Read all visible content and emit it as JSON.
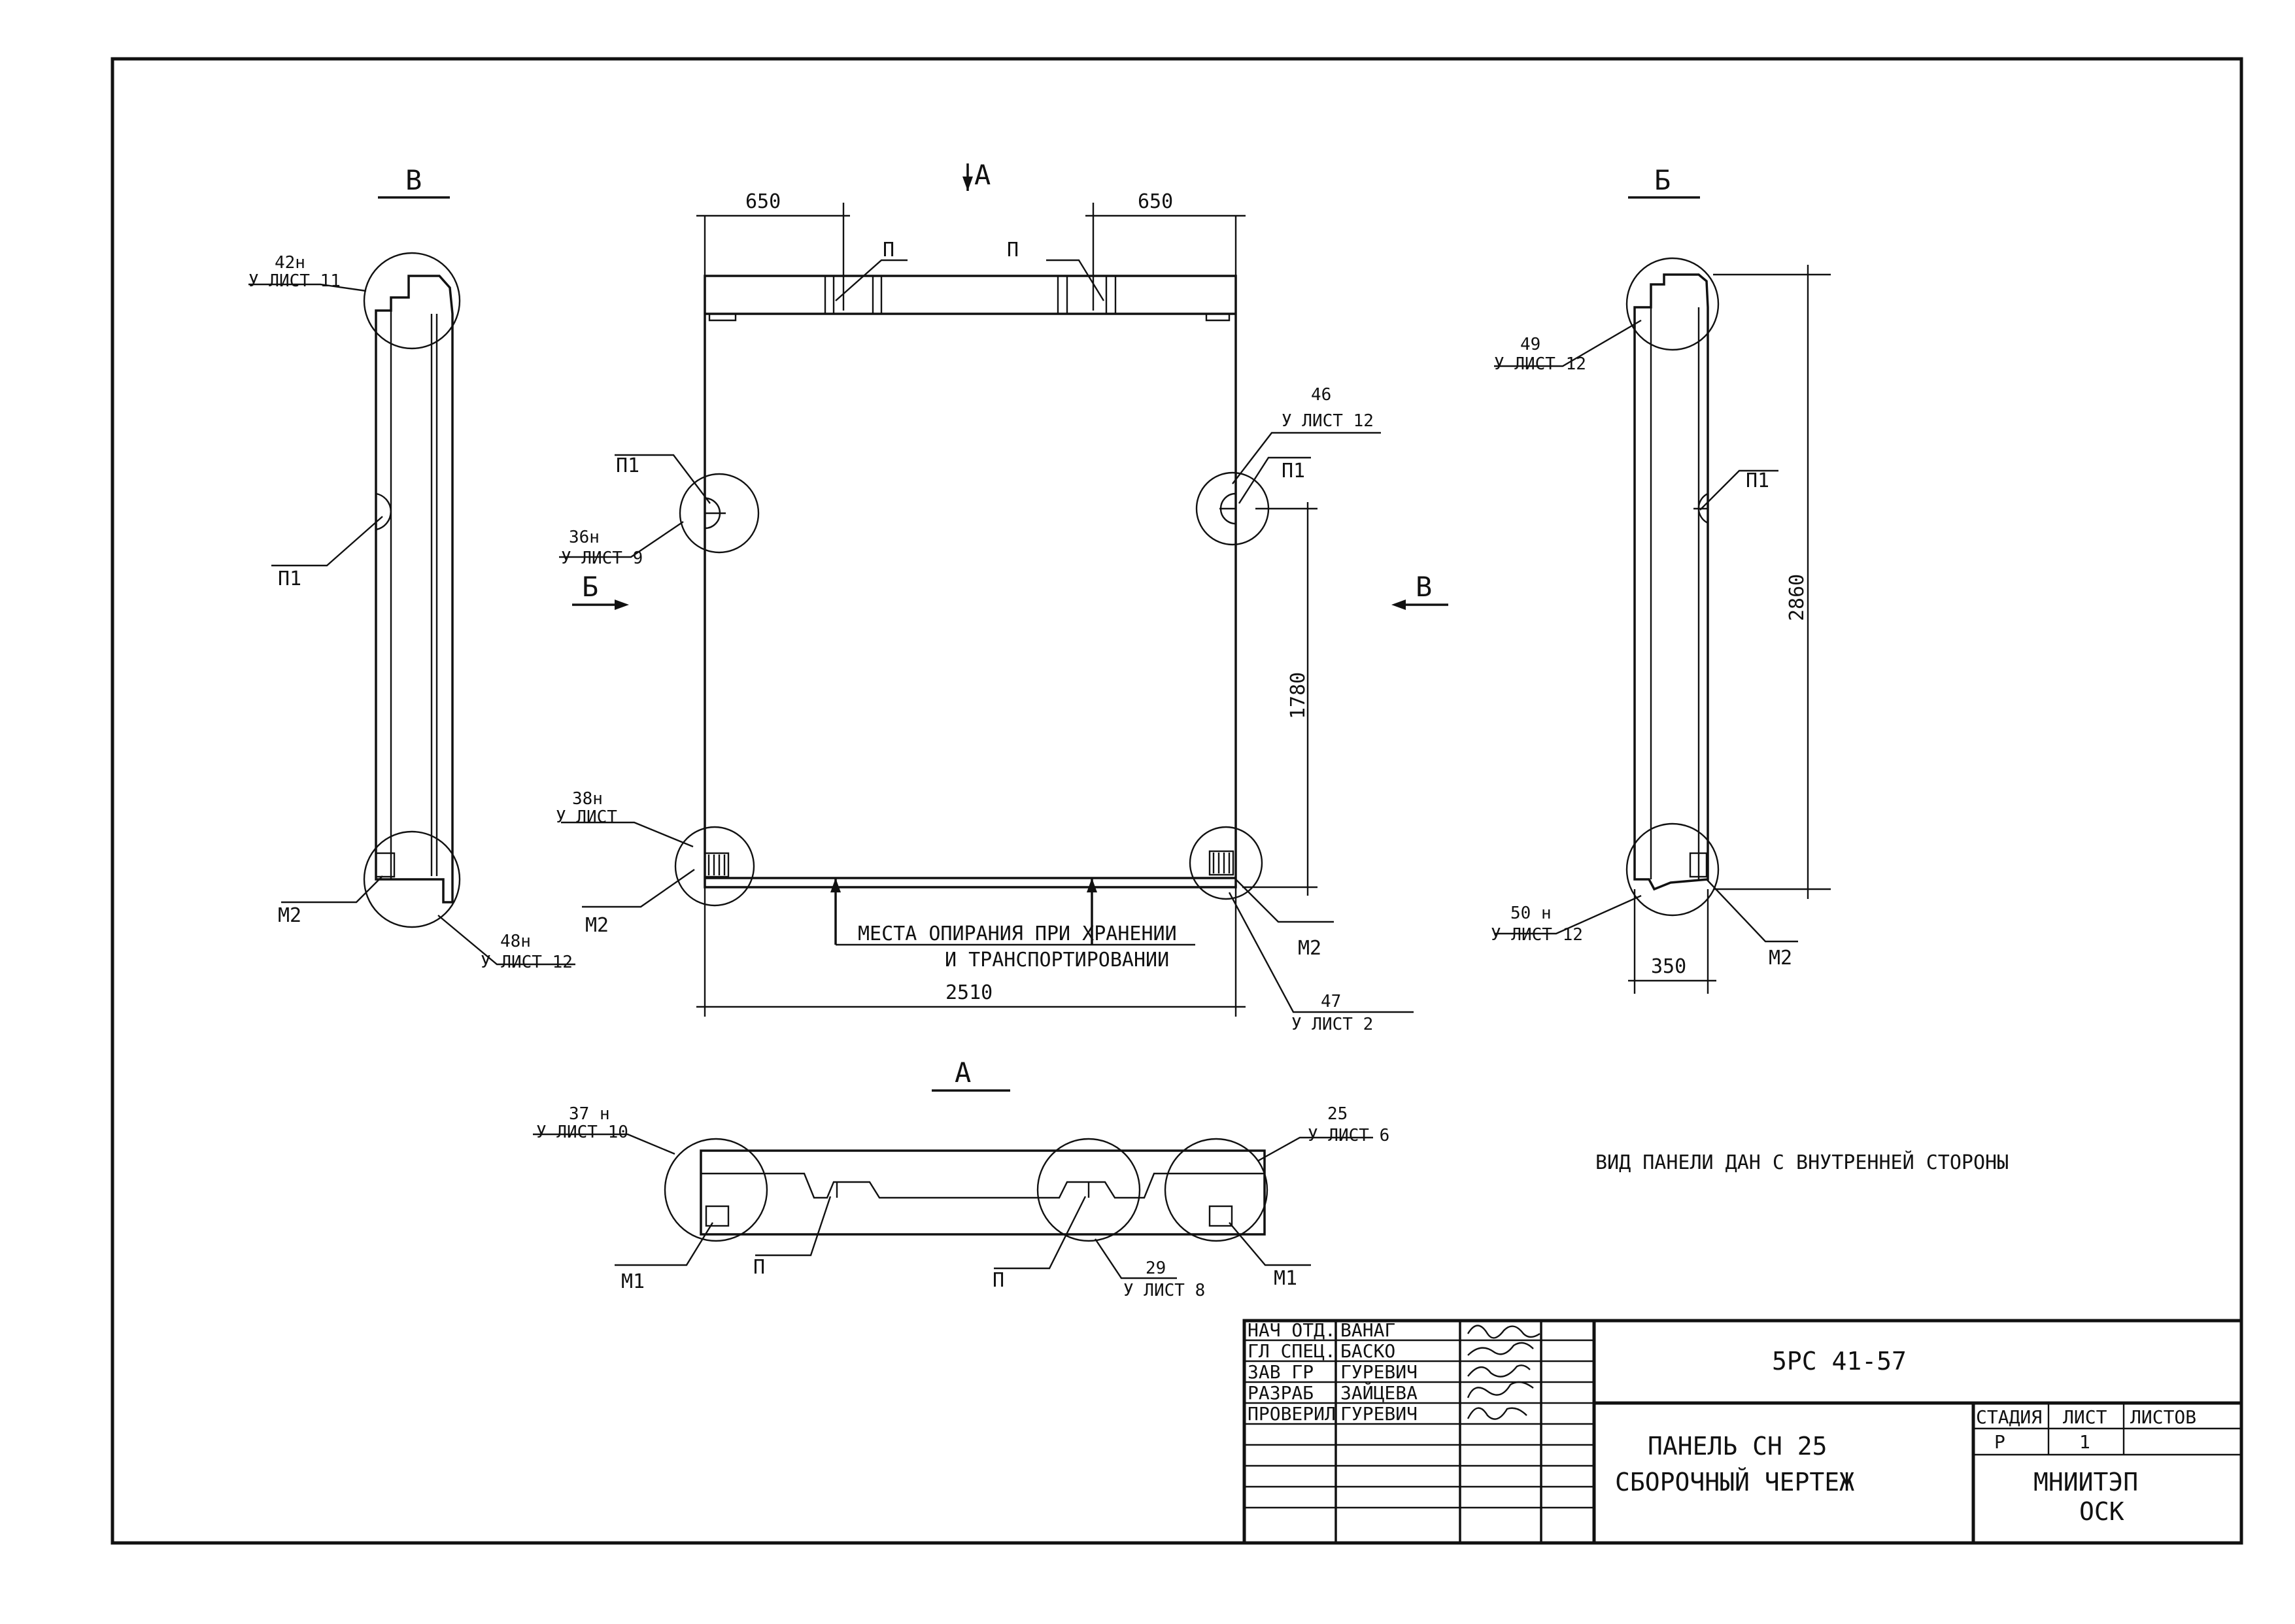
{
  "views": {
    "front": {
      "view_mark": "А",
      "dims": {
        "left_top": "650",
        "right_top": "650",
        "bottom": "2510",
        "height": "1780"
      },
      "labels": {
        "p_left": "П",
        "p_right": "П",
        "p1_left": "П1",
        "p1_right": "П1",
        "m2_left": "М2",
        "m2_right": "М2"
      },
      "callouts": {
        "c36_num": "36н",
        "c36_sheet": "У ЛИСТ 9",
        "c46_num": "46",
        "c46_sheet": "У ЛИСТ 12",
        "c38_num": "38н",
        "c38_sheet": "У ЛИСТ",
        "c47_num": "47",
        "c47_sheet": "У ЛИСТ 2"
      },
      "support_note_line1": "МЕСТА ОПИРАНИЯ ПРИ ХРАНЕНИИ",
      "support_note_line2": "И ТРАНСПОРТИРОВАНИИ",
      "arrow_b": "Б",
      "arrow_v": "В"
    },
    "section_v": {
      "title": "В",
      "labels": {
        "p1": "П1",
        "m2": "М2"
      },
      "callouts": {
        "c42_num": "42н",
        "c42_sheet": "У ЛИСТ 11",
        "c48_num": "48н",
        "c48_sheet": "У ЛИСТ 12"
      }
    },
    "section_b": {
      "title": "Б",
      "dims": {
        "height": "2860",
        "width": "350"
      },
      "labels": {
        "p1": "П1",
        "m2": "М2"
      },
      "callouts": {
        "c49_num": "49",
        "c49_sheet": "У ЛИСТ 12",
        "c50_num": "50 н",
        "c50_sheet": "У ЛИСТ 12"
      }
    },
    "plan_a": {
      "title": "А",
      "labels": {
        "m1_left": "М1",
        "m1_right": "М1",
        "p_left": "П",
        "p_right": "П"
      },
      "callouts": {
        "c37_num": "37 н",
        "c37_sheet": "У ЛИСТ 10",
        "c25_num": "25",
        "c25_sheet": "У ЛИСТ 6",
        "c29_num": "29",
        "c29_sheet": "У ЛИСТ 8"
      }
    }
  },
  "note": "ВИД ПАНЕЛИ ДАН С ВНУТРЕННЕЙ СТОРОНЫ",
  "title_block": {
    "roles": [
      "НАЧ ОТД.",
      "ГЛ СПЕЦ.",
      "ЗАВ ГР",
      "РАЗРАБ",
      "ПРОВЕРИЛ"
    ],
    "names": [
      "ВАНАГ",
      "БАСКО",
      "ГУРЕВИЧ",
      "ЗАЙЦЕВА",
      "ГУРЕВИЧ"
    ],
    "code": "5РС 41-57",
    "name_line1": "ПАНЕЛЬ СН 25",
    "name_line2": "СБОРОЧНЫЙ ЧЕРТЕЖ",
    "stage_header": "СТАДИЯ",
    "sheet_header": "ЛИСТ",
    "sheets_header": "ЛИСТОВ",
    "stage": "Р",
    "sheet": "1",
    "org_line1": "МНИИТЭП",
    "org_line2": "ОСК"
  }
}
